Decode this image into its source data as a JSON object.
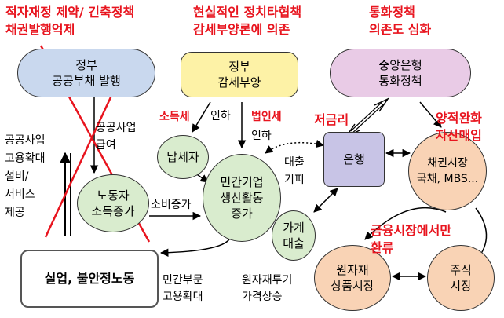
{
  "headers": {
    "left": [
      "적자재정 제약/ 긴축정책",
      "채권발행억제"
    ],
    "center": [
      "현실적인 정치타협책",
      "감세부양론에 의존"
    ],
    "right": [
      "통화정책",
      "의존도 심화"
    ]
  },
  "nodes": {
    "government_debt": [
      "정부",
      "공공부채 발행"
    ],
    "government_tax": [
      "정부",
      "감세부양"
    ],
    "central_bank": [
      "중앙은행",
      "통화정책"
    ],
    "taxpayer": [
      "납세자"
    ],
    "worker": [
      "노동자",
      "소득증가"
    ],
    "private_firms": [
      "민간기업",
      "생산활동",
      "증가"
    ],
    "bank": [
      "은행"
    ],
    "bond_market": [
      "채권시장",
      "국채, MBS..."
    ],
    "household_loan": [
      "가계",
      "대출"
    ],
    "commodity_market": [
      "원자재",
      "상품시장"
    ],
    "stock_market": [
      "주식",
      "시장"
    ],
    "unemployment": [
      "실업, 불안정노동"
    ]
  },
  "labels": {
    "public_projects_left": [
      "공공사업",
      "고용확대",
      "설비/",
      "서비스",
      "제공"
    ],
    "public_projects_wage": [
      "공공사업",
      "급여"
    ],
    "consumption_increase": "소비증가",
    "income_tax": "소득세",
    "cut1": "인하",
    "corporate_tax": "법인세",
    "cut2": "인하",
    "low_rate": "저금리",
    "qe": [
      "양적완화",
      "자산매입"
    ],
    "loan_avoid": [
      "대출",
      "기피"
    ],
    "financial_cycle": [
      "금융시장에서만",
      "환류"
    ],
    "private_employment": [
      "민간부문",
      "고용확대"
    ],
    "commodity_speculation": [
      "원자재투기",
      "가격상승"
    ]
  },
  "colors": {
    "red_text": "#e8141e",
    "cross": "#e8141e",
    "government_fill": "#c9d8ee",
    "tax_fill": "#fdf2a6",
    "central_bank_fill": "#e9cbe6",
    "green_fill": "#d9ecce",
    "peach_fill": "#f9d3b5",
    "bank_fill": "#c8c4e6"
  }
}
